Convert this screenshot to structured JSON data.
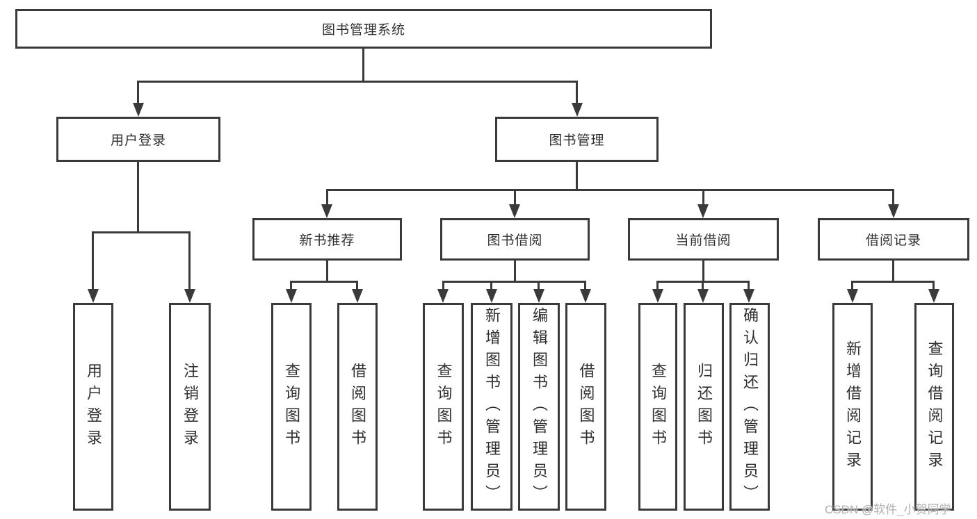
{
  "diagram_title": "图书管理系统",
  "watermark": "CSDN @软件_小贺同学",
  "colors": {
    "line": "#3a3a3a",
    "text": "#2f2f2f",
    "background": "#ffffff",
    "watermark": "#b0b0b0"
  },
  "nodes": {
    "root": {
      "label": "图书管理系统"
    },
    "user_login": {
      "label": "用户登录"
    },
    "book_mgmt": {
      "label": "图书管理"
    },
    "new_book_rec": {
      "label": "新书推荐"
    },
    "book_borrow": {
      "label": "图书借阅"
    },
    "current_borrow": {
      "label": "当前借阅"
    },
    "borrow_records": {
      "label": "借阅记录"
    },
    "leaf_user_login": {
      "label": "用户登录"
    },
    "leaf_logout": {
      "label": "注销登录"
    },
    "leaf_nbr_query_book": {
      "label": "查询图书"
    },
    "leaf_nbr_borrow_book": {
      "label": "借阅图书"
    },
    "leaf_bb_query_book": {
      "label": "查询图书"
    },
    "leaf_bb_add_book": {
      "label": "新增图书（管理员）"
    },
    "leaf_bb_edit_book": {
      "label": "编辑图书（管理员）"
    },
    "leaf_bb_borrow_book": {
      "label": "借阅图书"
    },
    "leaf_cb_query_book": {
      "label": "查询图书"
    },
    "leaf_cb_return_book": {
      "label": "归还图书"
    },
    "leaf_cb_confirm_return": {
      "label": "确认归还（管理员）"
    },
    "leaf_br_add_record": {
      "label": "新增借阅记录"
    },
    "leaf_br_query_record": {
      "label": "查询借阅记录"
    }
  },
  "edges": [
    [
      "root",
      "user_login"
    ],
    [
      "root",
      "book_mgmt"
    ],
    [
      "user_login",
      "leaf_user_login"
    ],
    [
      "user_login",
      "leaf_logout"
    ],
    [
      "book_mgmt",
      "new_book_rec"
    ],
    [
      "book_mgmt",
      "book_borrow"
    ],
    [
      "book_mgmt",
      "current_borrow"
    ],
    [
      "book_mgmt",
      "borrow_records"
    ],
    [
      "new_book_rec",
      "leaf_nbr_query_book"
    ],
    [
      "new_book_rec",
      "leaf_nbr_borrow_book"
    ],
    [
      "book_borrow",
      "leaf_bb_query_book"
    ],
    [
      "book_borrow",
      "leaf_bb_add_book"
    ],
    [
      "book_borrow",
      "leaf_bb_edit_book"
    ],
    [
      "book_borrow",
      "leaf_bb_borrow_book"
    ],
    [
      "current_borrow",
      "leaf_cb_query_book"
    ],
    [
      "current_borrow",
      "leaf_cb_return_book"
    ],
    [
      "current_borrow",
      "leaf_cb_confirm_return"
    ],
    [
      "borrow_records",
      "leaf_br_add_record"
    ],
    [
      "borrow_records",
      "leaf_br_query_record"
    ]
  ]
}
